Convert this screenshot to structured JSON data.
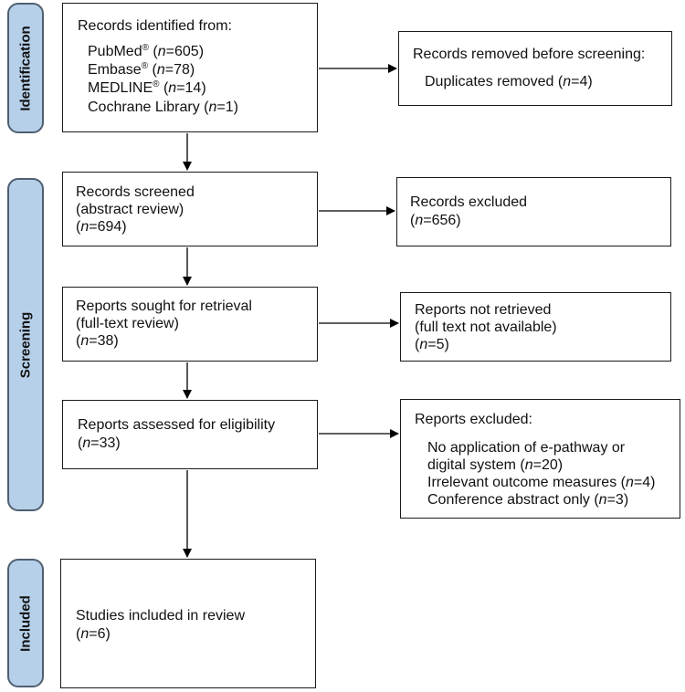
{
  "phases": {
    "identification": "Identification",
    "screening": "Screening",
    "included": "Included"
  },
  "records_identified": {
    "heading": "Records identified from:",
    "sources": [
      {
        "name": "PubMed",
        "mark": "®",
        "count": "605"
      },
      {
        "name": "Embase",
        "mark": "®",
        "count": "78"
      },
      {
        "name": "MEDLINE",
        "mark": "®",
        "count": "14"
      },
      {
        "name": "Cochrane Library",
        "mark": "",
        "count": "1"
      }
    ]
  },
  "removed_before_screening": {
    "heading": "Records removed before screening:",
    "item": "Duplicates removed",
    "count": "4"
  },
  "records_screened": {
    "line1": "Records screened",
    "line2": "(abstract review)",
    "count": "694"
  },
  "records_excluded": {
    "line1": "Records excluded",
    "count": "656"
  },
  "reports_sought": {
    "line1": "Reports sought for retrieval",
    "line2": "(full-text review)",
    "count": "38"
  },
  "reports_not_retrieved": {
    "line1": "Reports not retrieved",
    "line2": "(full text not available)",
    "count": "5"
  },
  "reports_assessed": {
    "line1": "Reports assessed for eligibility",
    "count": "33"
  },
  "reports_excluded": {
    "heading": "Reports excluded:",
    "reason1_line1": "No application of e-pathway or",
    "reason1_line2": "digital system",
    "reason1_count": "20",
    "reason2": "Irrelevant outcome measures",
    "reason2_count": "4",
    "reason3": "Conference abstract only",
    "reason3_count": "3"
  },
  "studies_included": {
    "line1": "Studies included in review",
    "count": "6"
  },
  "n_symbol": "n"
}
